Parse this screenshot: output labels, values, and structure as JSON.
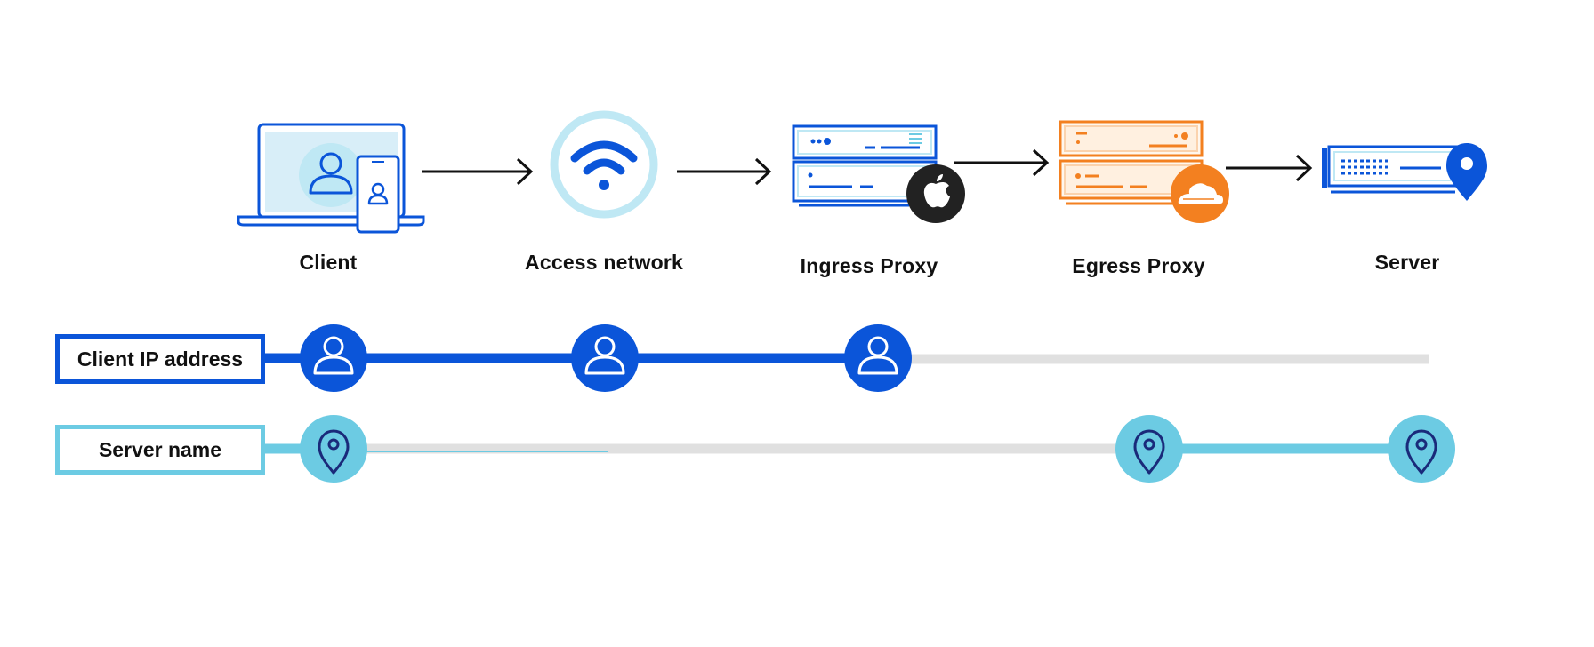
{
  "colors": {
    "blue": "#0b55d9",
    "light_blue": "#6ccbe3",
    "pale_blue": "#bfe8f4",
    "orange": "#f38020",
    "gray_line": "#e0e0e0",
    "black": "#111111",
    "apple_badge": "#222222"
  },
  "nodes": [
    {
      "id": "client",
      "label": "Client",
      "icon": "laptop-phone-icon"
    },
    {
      "id": "access",
      "label": "Access network",
      "icon": "wifi-icon"
    },
    {
      "id": "ingress",
      "label": "Ingress Proxy",
      "icon": "server-rack-apple-icon"
    },
    {
      "id": "egress",
      "label": "Egress Proxy",
      "icon": "server-rack-cloudflare-icon"
    },
    {
      "id": "server",
      "label": "Server",
      "icon": "server-location-icon"
    }
  ],
  "rows": [
    {
      "id": "client_ip",
      "label": "Client IP address",
      "icon": "person-icon",
      "visible_at": [
        "client",
        "access",
        "ingress"
      ]
    },
    {
      "id": "server_name",
      "label": "Server name",
      "icon": "location-pin-icon",
      "visible_at": [
        "client",
        "egress",
        "server"
      ]
    }
  ]
}
